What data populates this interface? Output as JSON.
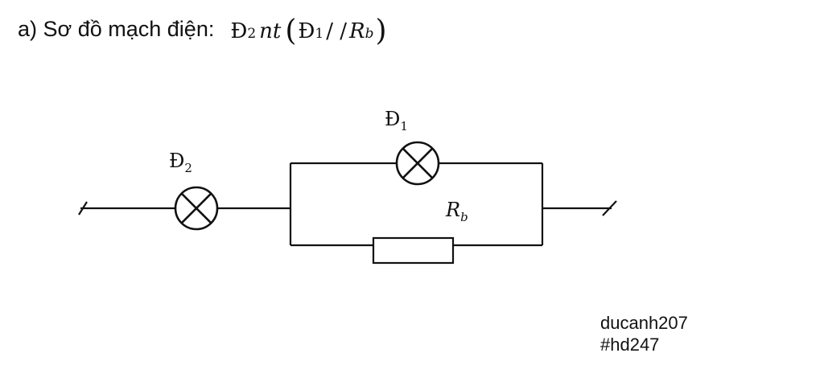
{
  "heading": {
    "prefix": "a) Sơ đồ mạch điện:",
    "formula": {
      "lamp2_symbol": "Đ",
      "lamp2_index": "2",
      "connector": "nt",
      "open_paren": "(",
      "lamp1_symbol": "Đ",
      "lamp1_index": "1",
      "parallel_sign": "/ /",
      "resistor_symbol": "R",
      "resistor_index": "b",
      "close_paren": ")"
    }
  },
  "labels": {
    "lamp2": {
      "symbol": "Đ",
      "index": "2"
    },
    "lamp1": {
      "symbol": "Đ",
      "index": "1"
    },
    "resistor": {
      "symbol": "R",
      "index": "b"
    }
  },
  "watermark": {
    "line1": "ducanh207",
    "line2": "#hd247"
  }
}
